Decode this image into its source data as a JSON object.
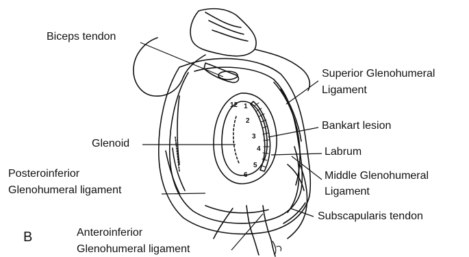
{
  "panel_letter": "B",
  "labels": {
    "biceps_tendon": "Biceps tendon",
    "superior_gh_1": "Superior Glenohumeral",
    "superior_gh_2": "Ligament",
    "bankart_lesion": "Bankart lesion",
    "glenoid": "Glenoid",
    "labrum": "Labrum",
    "posteroinferior_1": "Posteroinferior",
    "posteroinferior_2": "Glenohumeral ligament",
    "middle_gh_1": "Middle Glenohumeral",
    "middle_gh_2": "Ligament",
    "subscapularis": "Subscapularis tendon",
    "anteroinferior_1": "Anteroinferior",
    "anteroinferior_2": "Glenohumeral ligament"
  },
  "clock_numbers": [
    "12",
    "1",
    "2",
    "3",
    "4",
    "5",
    "6"
  ],
  "colors": {
    "ink": "#111111",
    "paper": "#ffffff"
  }
}
